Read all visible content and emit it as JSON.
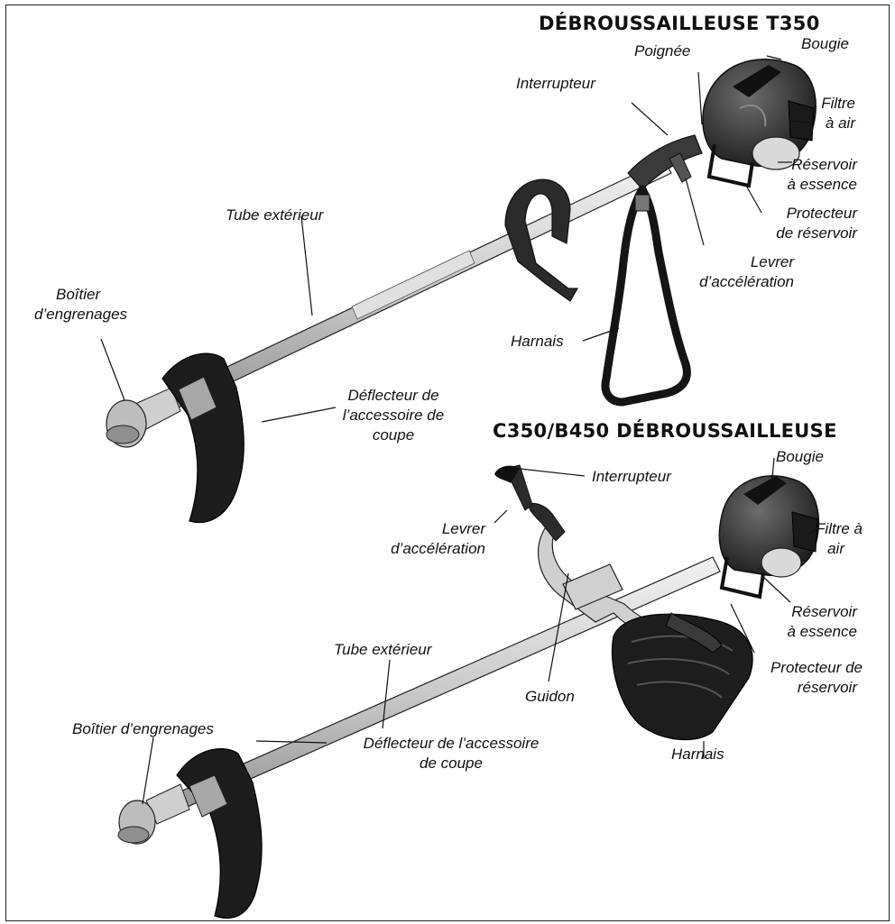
{
  "diagrams": [
    {
      "title": "DÉBROUSSAILLEUSE T350",
      "labels": {
        "poignee": "Poignée",
        "bougie": "Bougie",
        "interrupteur": "Interrupteur",
        "filtre_l1": "Filtre",
        "filtre_l2": "à air",
        "reservoir_l1": "Réservoir",
        "reservoir_l2": "à essence",
        "protecteur_l1": "Protecteur",
        "protecteur_l2": "de réservoir",
        "tube": "Tube extérieur",
        "levrer_l1": "Levrer",
        "levrer_l2": "d’accélération",
        "boitier_l1": "Boîtier",
        "boitier_l2": "d’engrenages",
        "harnais": "Harnais",
        "deflecteur_l1": "Déflecteur de",
        "deflecteur_l2": "l’accessoire de",
        "deflecteur_l3": "coupe"
      }
    },
    {
      "title": "C350/B450 DÉBROUSSAILLEUSE",
      "labels": {
        "bougie": "Bougie",
        "interrupteur": "Interrupteur",
        "levrer_l1": "Levrer",
        "levrer_l2": "d’accélération",
        "filtre_l1": "Filtre à",
        "filtre_l2": "air",
        "reservoir_l1": "Réservoir",
        "reservoir_l2": "à essence",
        "tube": "Tube extérieur",
        "protecteur_l1": "Protecteur de",
        "protecteur_l2": "réservoir",
        "guidon": "Guidon",
        "boitier": "Boîtier d’engrenages",
        "harnais": "Harnais",
        "deflecteur_l1": "Déflecteur de l’accessoire",
        "deflecteur_l2": "de coupe"
      }
    }
  ],
  "colors": {
    "outline": "#111111",
    "engine": "#2a2a2a",
    "tube": "#d6d6d6",
    "strap": "#151515",
    "metal": "#bdbdbd"
  }
}
